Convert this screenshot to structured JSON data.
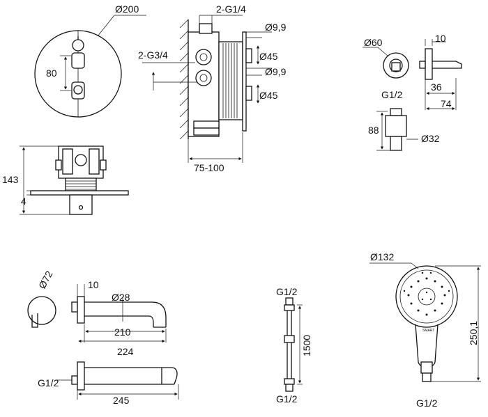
{
  "thermostat": {
    "diameter": "Ø200",
    "spacing": "80",
    "depth": "143",
    "plate": "4"
  },
  "box": {
    "top_thread": "2-G1/4",
    "side_thread": "2-G3/4",
    "d1": "Ø9,9",
    "d2": "Ø45",
    "d3": "Ø9,9",
    "d4": "Ø45",
    "depth_range": "75-100"
  },
  "outlet": {
    "diameter": "Ø60",
    "thread": "G1/2",
    "w": "10",
    "w2": "36",
    "w3": "74"
  },
  "holder": {
    "height": "88",
    "diameter": "Ø32"
  },
  "spout": {
    "rosette": "Ø72",
    "thickness": "10",
    "pipe": "Ø28",
    "reach": "210",
    "total": "224"
  },
  "bath_spout": {
    "thread": "G1/2",
    "length": "245"
  },
  "hose": {
    "thread_top": "G1/2",
    "length": "1500",
    "thread_bottom": "G1/2"
  },
  "hand_shower": {
    "diameter": "Ø132",
    "length": "250,1",
    "thread": "G1/2",
    "brand": "SMART"
  }
}
